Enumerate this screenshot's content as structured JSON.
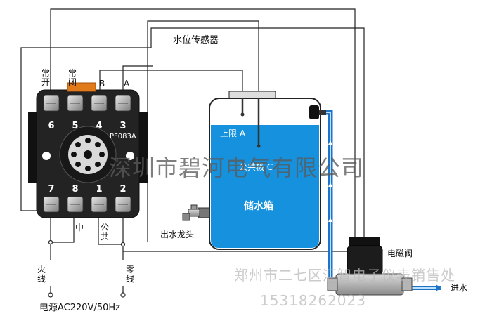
{
  "labels": {
    "changkai": "常开",
    "changbi": "常闭",
    "b": "B",
    "a": "A",
    "sensor": "水位传感器",
    "upper_limit": "上限 A",
    "common_electrode": "公共极 C",
    "tank": "储水箱",
    "outlet": "出水龙头",
    "valve": "电磁阀",
    "inlet": "进水",
    "zhong": "中",
    "gonggong": "公共",
    "live": "火线",
    "neutral": "零线",
    "power": "电源AC220V/50Hz",
    "model": "PF083A"
  },
  "top_terminals": [
    "6",
    "5",
    "4",
    "3"
  ],
  "bottom_terminals": [
    "7",
    "8",
    "1",
    "2"
  ],
  "watermark": {
    "main": "深圳市碧河电气有限公司",
    "sub1": "郑州市二七区汇智电子仪表销售处",
    "sub2": "15318262023"
  },
  "colors": {
    "water": "#1591dd",
    "pipe": "#1b74c8",
    "relay_body": "#222222",
    "copper": "#e07a1a"
  }
}
